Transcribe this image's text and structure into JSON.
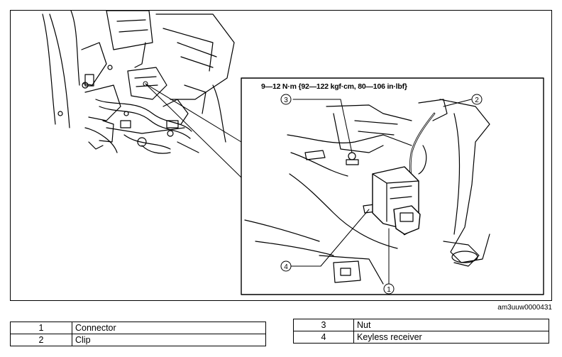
{
  "torque_spec": "9—12 N·m {92—122 kgf·cm, 80—106 in·lbf}",
  "figure_code": "am3uuw0000431",
  "callouts": [
    "1",
    "2",
    "3",
    "4"
  ],
  "legend_left": [
    {
      "num": "1",
      "name": "Connector"
    },
    {
      "num": "2",
      "name": "Clip"
    }
  ],
  "legend_right": [
    {
      "num": "3",
      "name": "Nut"
    },
    {
      "num": "4",
      "name": "Keyless receiver"
    }
  ]
}
